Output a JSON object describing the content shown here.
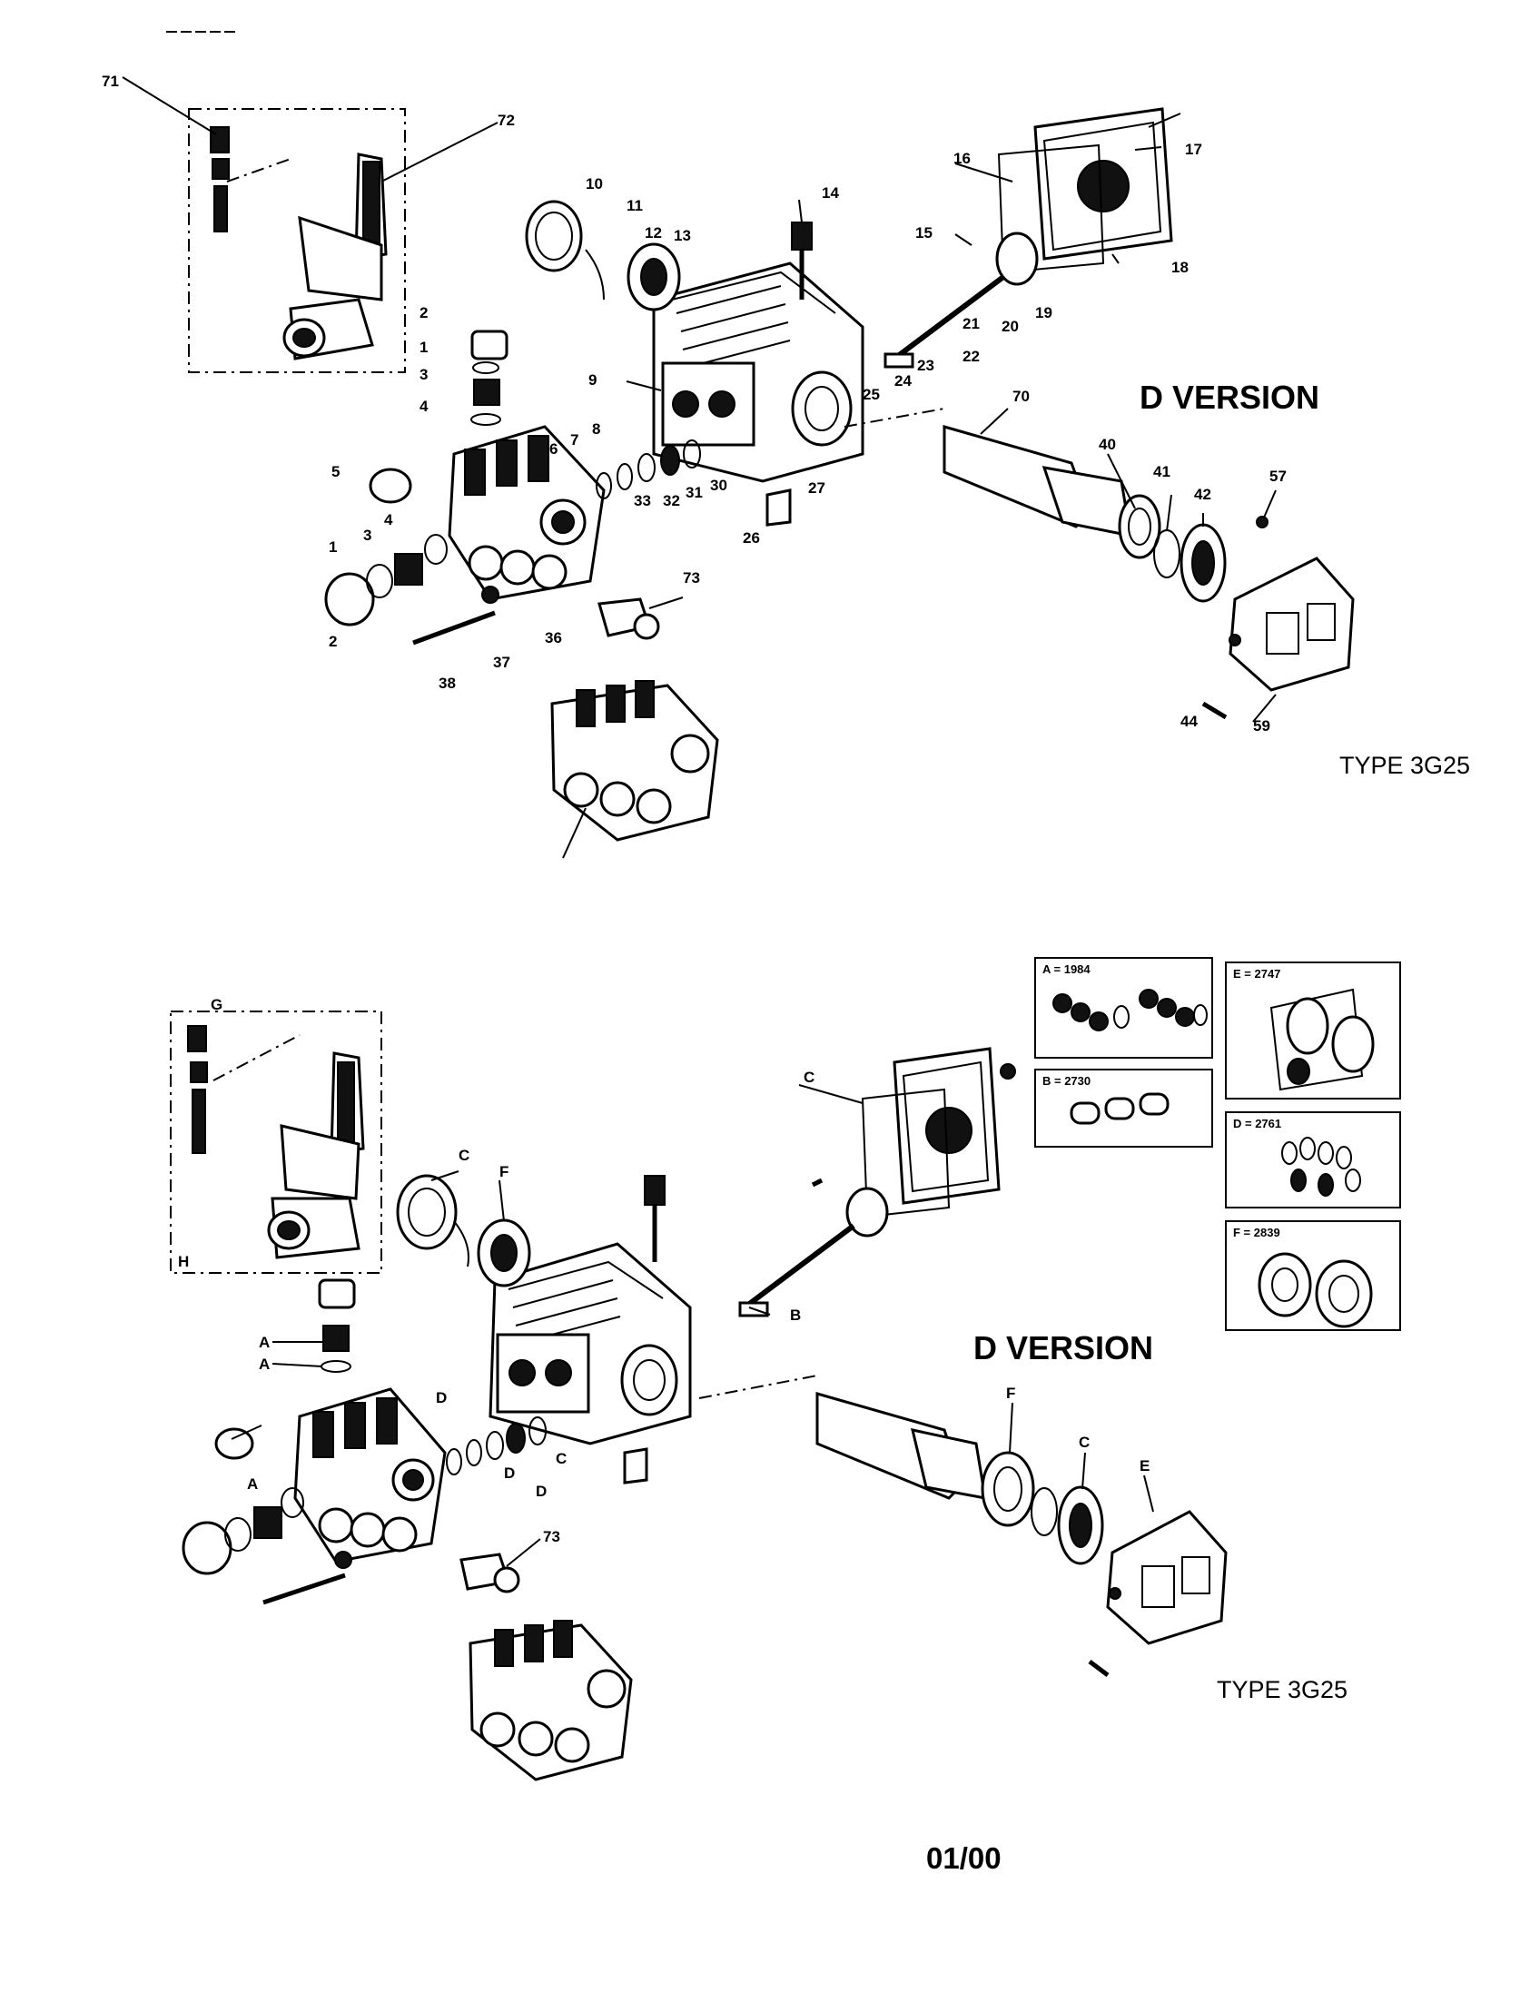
{
  "diagram": {
    "top_heading": "D VERSION",
    "top_type": "TYPE 3G25",
    "bottom_heading": "D VERSION",
    "bottom_type": "TYPE 3G25",
    "footer_date": "01/00"
  },
  "callouts_top": [
    {
      "id": "71",
      "text": "71"
    },
    {
      "id": "72",
      "text": "72"
    },
    {
      "id": "10",
      "text": "10"
    },
    {
      "id": "11",
      "text": "11"
    },
    {
      "id": "12",
      "text": "12"
    },
    {
      "id": "13",
      "text": "13"
    },
    {
      "id": "14",
      "text": "14"
    },
    {
      "id": "15",
      "text": "15"
    },
    {
      "id": "16",
      "text": "16"
    },
    {
      "id": "17",
      "text": "17"
    },
    {
      "id": "18",
      "text": "18"
    },
    {
      "id": "19",
      "text": "19"
    },
    {
      "id": "20",
      "text": "20"
    },
    {
      "id": "21",
      "text": "21"
    },
    {
      "id": "22",
      "text": "22"
    },
    {
      "id": "23",
      "text": "23"
    },
    {
      "id": "24",
      "text": "24"
    },
    {
      "id": "25",
      "text": "25"
    },
    {
      "id": "9",
      "text": "9"
    },
    {
      "id": "2a",
      "text": "2"
    },
    {
      "id": "1a",
      "text": "1"
    },
    {
      "id": "3a",
      "text": "3"
    },
    {
      "id": "4a",
      "text": "4"
    },
    {
      "id": "5",
      "text": "5"
    },
    {
      "id": "6",
      "text": "6"
    },
    {
      "id": "7",
      "text": "7"
    },
    {
      "id": "8",
      "text": "8"
    },
    {
      "id": "33",
      "text": "33"
    },
    {
      "id": "32",
      "text": "32"
    },
    {
      "id": "31",
      "text": "31"
    },
    {
      "id": "30",
      "text": "30"
    },
    {
      "id": "27",
      "text": "27"
    },
    {
      "id": "26",
      "text": "26"
    },
    {
      "id": "70",
      "text": "70"
    },
    {
      "id": "40",
      "text": "40"
    },
    {
      "id": "41",
      "text": "41"
    },
    {
      "id": "42",
      "text": "42"
    },
    {
      "id": "57",
      "text": "57"
    },
    {
      "id": "1b",
      "text": "1"
    },
    {
      "id": "3b",
      "text": "3"
    },
    {
      "id": "4b",
      "text": "4"
    },
    {
      "id": "2b",
      "text": "2"
    },
    {
      "id": "73",
      "text": "73"
    },
    {
      "id": "38",
      "text": "38"
    },
    {
      "id": "37",
      "text": "37"
    },
    {
      "id": "36",
      "text": "36"
    },
    {
      "id": "44",
      "text": "44"
    },
    {
      "id": "59",
      "text": "59"
    }
  ],
  "callouts_bottom": [
    {
      "id": "G",
      "text": "G"
    },
    {
      "id": "H",
      "text": "H"
    },
    {
      "id": "C1",
      "text": "C"
    },
    {
      "id": "F1",
      "text": "F"
    },
    {
      "id": "C2",
      "text": "C"
    },
    {
      "id": "B1",
      "text": "B"
    },
    {
      "id": "A1",
      "text": "A"
    },
    {
      "id": "A2",
      "text": "A"
    },
    {
      "id": "D1",
      "text": "D"
    },
    {
      "id": "D2",
      "text": "D"
    },
    {
      "id": "D3",
      "text": "D"
    },
    {
      "id": "C3",
      "text": "C"
    },
    {
      "id": "A3",
      "text": "A"
    },
    {
      "id": "73b",
      "text": "73"
    },
    {
      "id": "F2",
      "text": "F"
    },
    {
      "id": "C4",
      "text": "C"
    },
    {
      "id": "E",
      "text": "E"
    }
  ],
  "kits": [
    {
      "id": "A",
      "label": "A = 1984"
    },
    {
      "id": "E",
      "label": "E = 2747"
    },
    {
      "id": "B",
      "label": "B = 2730"
    },
    {
      "id": "D",
      "label": "D = 2761"
    },
    {
      "id": "F",
      "label": "F = 2839"
    }
  ]
}
